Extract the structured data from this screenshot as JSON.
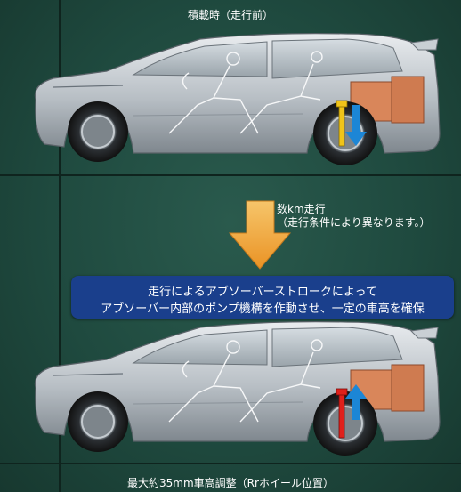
{
  "labels": {
    "top_caption": "積載時（走行前）",
    "run_line1": "数km走行",
    "run_line2": "（走行条件により異なります。）",
    "banner_line1": "走行によるアブソーバーストロークによって",
    "banner_line2": "アブソーバー内部のポンプ機構を作動させ、一定の車高を確保",
    "bottom_caption": "最大約35mm車高調整（Rrホイール位置）"
  },
  "colors": {
    "background": "#1f4a3f",
    "banner": "#1a3f8c",
    "down_arrow": "#f2a93b",
    "absorber_before": "#f0c419",
    "absorber_after": "#e0201b",
    "blue_arrow": "#1c86d6",
    "luggage": "#d9865a"
  }
}
